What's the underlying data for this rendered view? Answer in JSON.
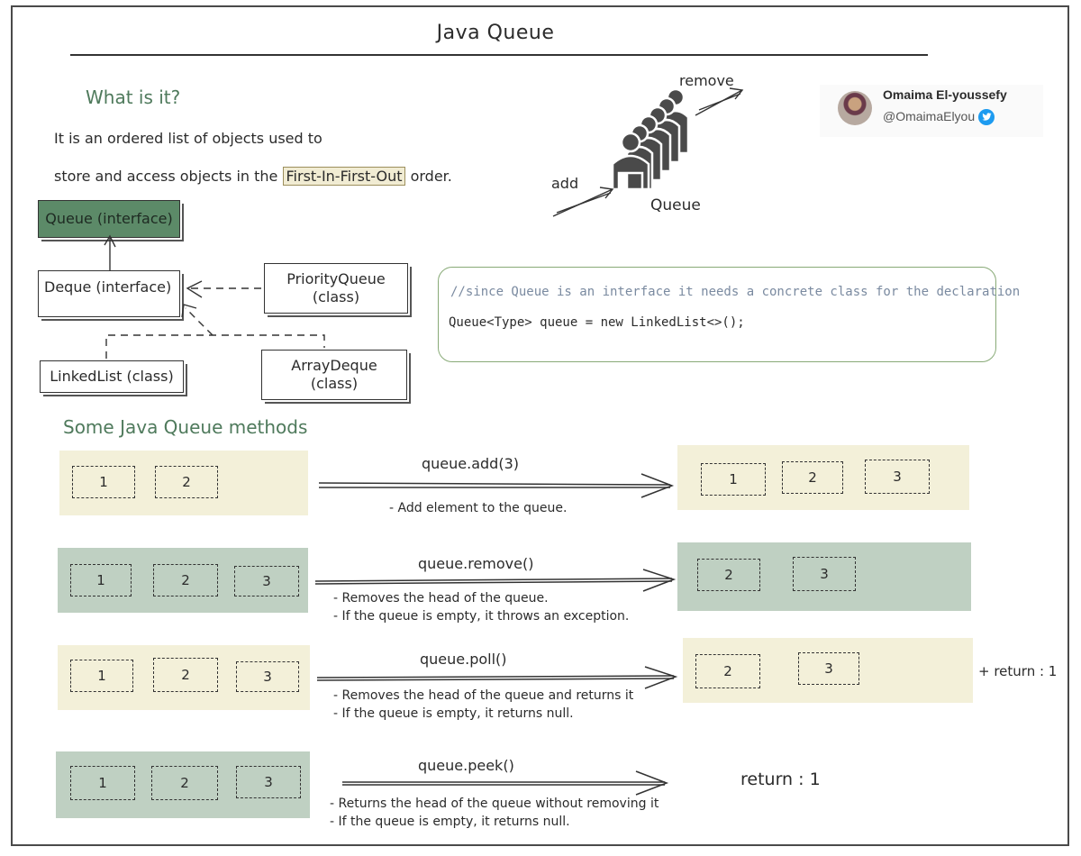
{
  "title": "Java Queue",
  "what_is_it": {
    "heading": "What is it?",
    "line1": "It is an ordered list of objects  used to",
    "line2_pre": "store and access objects in the",
    "line2_highlight": "First-In-First-Out",
    "line2_post": "order."
  },
  "queue_icon": {
    "label": "Queue",
    "add_label": "add",
    "remove_label": "remove"
  },
  "author": {
    "name": "Omaima El-youssefy",
    "handle": "@OmaimaElyou"
  },
  "hierarchy": {
    "queue_interface": "Queue (interface)",
    "deque_interface": "Deque (interface)",
    "priority_queue_line1": "PriorityQueue",
    "priority_queue_line2": "(class)",
    "linked_list": "LinkedList (class)",
    "array_deque_line1": "ArrayDeque",
    "array_deque_line2": "(class)"
  },
  "code": {
    "comment": "//since Queue is an interface it needs a concrete class for the declaration",
    "declaration": "Queue<Type> queue = new LinkedList<>();"
  },
  "methods_heading": "Some Java Queue methods",
  "methods": [
    {
      "call": "queue.add(3)",
      "before": [
        "1",
        "2"
      ],
      "after": [
        "1",
        "2",
        "3"
      ],
      "notes": [
        "- Add element to the queue."
      ]
    },
    {
      "call": "queue.remove()",
      "before": [
        "1",
        "2",
        "3"
      ],
      "after": [
        "2",
        "3"
      ],
      "notes": [
        "- Removes the head of the queue.",
        "- If the queue is empty, it throws an exception."
      ]
    },
    {
      "call": "queue.poll()",
      "before": [
        "1",
        "2",
        "3"
      ],
      "after": [
        "2",
        "3"
      ],
      "result": "+ return : 1",
      "notes": [
        "- Removes the head of the queue and returns it",
        "- If the queue is empty, it returns null."
      ]
    },
    {
      "call": "queue.peek()",
      "before": [
        "1",
        "2",
        "3"
      ],
      "result": "return : 1",
      "notes": [
        "- Returns the head of the queue without removing it",
        "- If the queue is empty, it returns null."
      ]
    }
  ]
}
